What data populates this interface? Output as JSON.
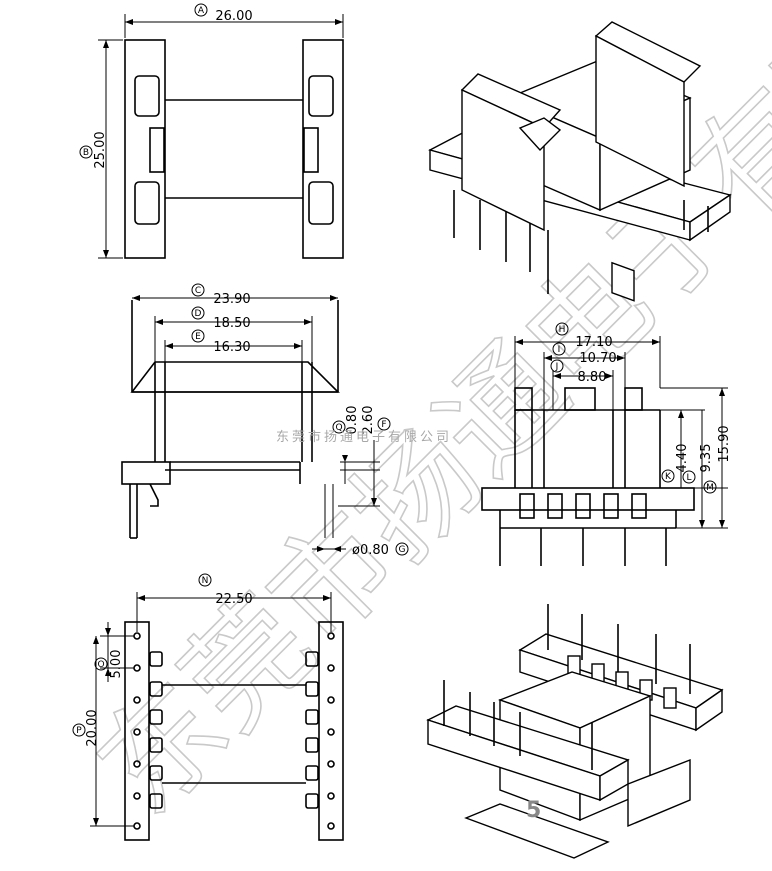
{
  "dimensions": {
    "A": {
      "tag": "A",
      "value": "26.00"
    },
    "B": {
      "tag": "B",
      "value": "25.00"
    },
    "C": {
      "tag": "C",
      "value": "23.90"
    },
    "D": {
      "tag": "D",
      "value": "18.50"
    },
    "E": {
      "tag": "E",
      "value": "16.30"
    },
    "F": {
      "tag": "F",
      "value": "2.60"
    },
    "G": {
      "tag": "G",
      "value": "ø0.80"
    },
    "H": {
      "tag": "H",
      "value": "17.10"
    },
    "I": {
      "tag": "I",
      "value": "10.70"
    },
    "J": {
      "tag": "J",
      "value": "8.80"
    },
    "K": {
      "tag": "K",
      "value": "4.40"
    },
    "L": {
      "tag": "L",
      "value": "9.35"
    },
    "M": {
      "tag": "M",
      "value": "15.90"
    },
    "N": {
      "tag": "N",
      "value": "22.50"
    },
    "O": {
      "tag": "O",
      "value": "5.00"
    },
    "P": {
      "tag": "P",
      "value": "20.00"
    },
    "Q": {
      "tag": "Q",
      "value": "0.80"
    }
  },
  "watermark": {
    "large": "东莞市扬通电子有限公司",
    "small": "东莞市扬通电子有限公司"
  },
  "page_number": "5"
}
